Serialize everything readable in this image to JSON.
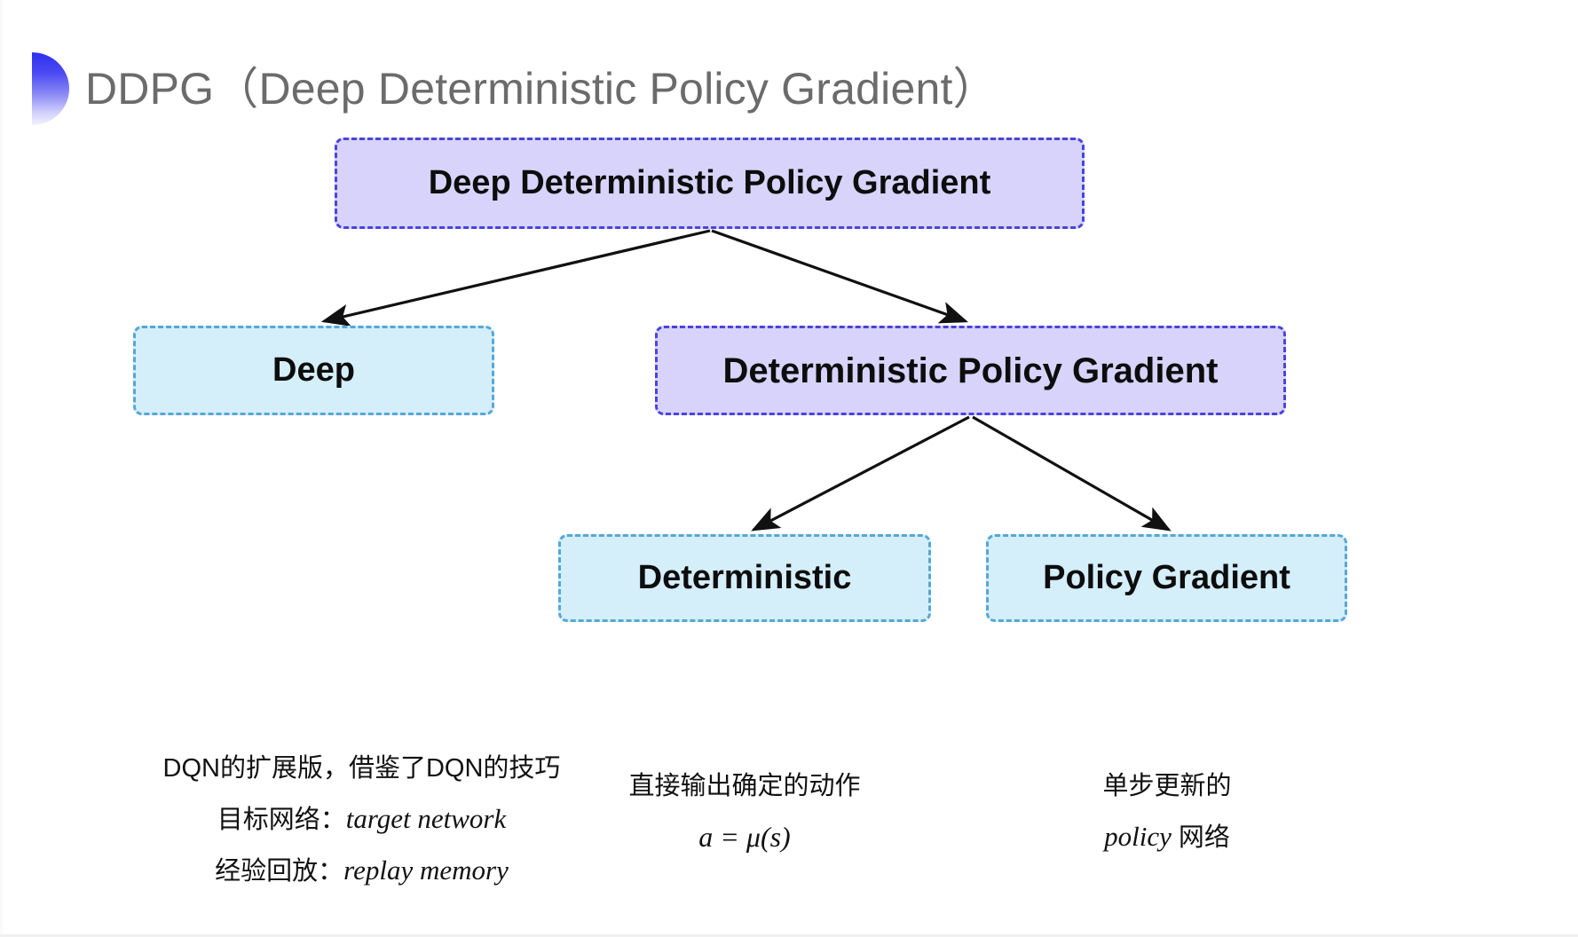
{
  "slide": {
    "title": "DDPG（Deep Deterministic Policy Gradient）",
    "bullet_icon": "gradient-halfcircle-icon",
    "title_color": "#6b6b6b",
    "background": "#ffffff"
  },
  "palette": {
    "purple_fill": "#d7d3fa",
    "purple_border": "#4b43dd",
    "cyan_fill": "#d4eefa",
    "cyan_border": "#56a7d6",
    "arrow_color": "#111111",
    "text_color": "#0d0d0d"
  },
  "diagram": {
    "type": "tree",
    "nodes": [
      {
        "id": "root",
        "label": "Deep Deterministic Policy Gradient",
        "style": "purple"
      },
      {
        "id": "deep",
        "label": "Deep",
        "style": "cyan"
      },
      {
        "id": "dpg",
        "label": "Deterministic Policy Gradient",
        "style": "purple"
      },
      {
        "id": "det",
        "label": "Deterministic",
        "style": "cyan"
      },
      {
        "id": "pg",
        "label": "Policy Gradient",
        "style": "cyan"
      }
    ],
    "edges": [
      {
        "from": "root",
        "to": "deep"
      },
      {
        "from": "root",
        "to": "dpg"
      },
      {
        "from": "dpg",
        "to": "det"
      },
      {
        "from": "dpg",
        "to": "pg"
      }
    ]
  },
  "captions": {
    "deep": {
      "line1": "DQN的扩展版，借鉴了DQN的技巧",
      "line2_prefix": "目标网络：",
      "line2_term": "target network",
      "line3_prefix": "经验回放：",
      "line3_term": "replay memory"
    },
    "deterministic": {
      "line1": "直接输出确定的动作",
      "formula": "a = μ(s)"
    },
    "policy_gradient": {
      "line1": "单步更新的",
      "line2_term": "policy",
      "line2_suffix": " 网络"
    }
  }
}
